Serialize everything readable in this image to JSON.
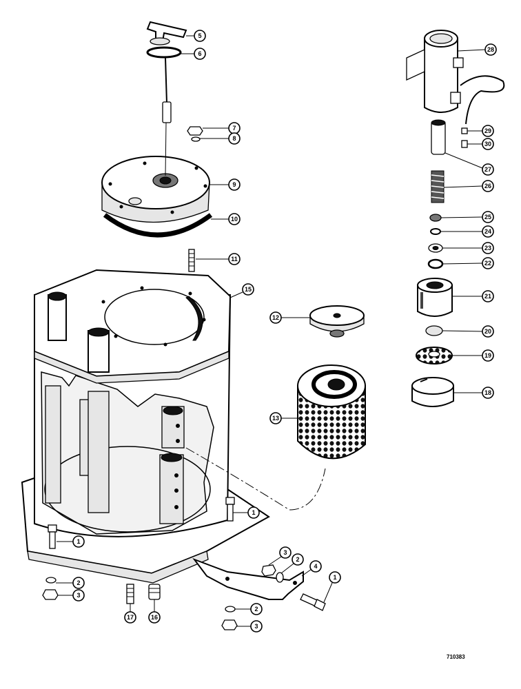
{
  "figure_number": "710383",
  "callouts": [
    {
      "label": "5"
    },
    {
      "label": "6"
    },
    {
      "label": "7"
    },
    {
      "label": "8"
    },
    {
      "label": "9"
    },
    {
      "label": "10"
    },
    {
      "label": "11"
    },
    {
      "label": "15"
    },
    {
      "label": "12"
    },
    {
      "label": "13"
    },
    {
      "label": "1"
    },
    {
      "label": "1"
    },
    {
      "label": "2"
    },
    {
      "label": "3"
    },
    {
      "label": "17"
    },
    {
      "label": "16"
    },
    {
      "label": "3"
    },
    {
      "label": "2"
    },
    {
      "label": "4"
    },
    {
      "label": "1"
    },
    {
      "label": "2"
    },
    {
      "label": "3"
    },
    {
      "label": "28"
    },
    {
      "label": "29"
    },
    {
      "label": "30"
    },
    {
      "label": "27"
    },
    {
      "label": "26"
    },
    {
      "label": "25"
    },
    {
      "label": "24"
    },
    {
      "label": "23"
    },
    {
      "label": "22"
    },
    {
      "label": "21"
    },
    {
      "label": "20"
    },
    {
      "label": "19"
    },
    {
      "label": "18"
    }
  ]
}
